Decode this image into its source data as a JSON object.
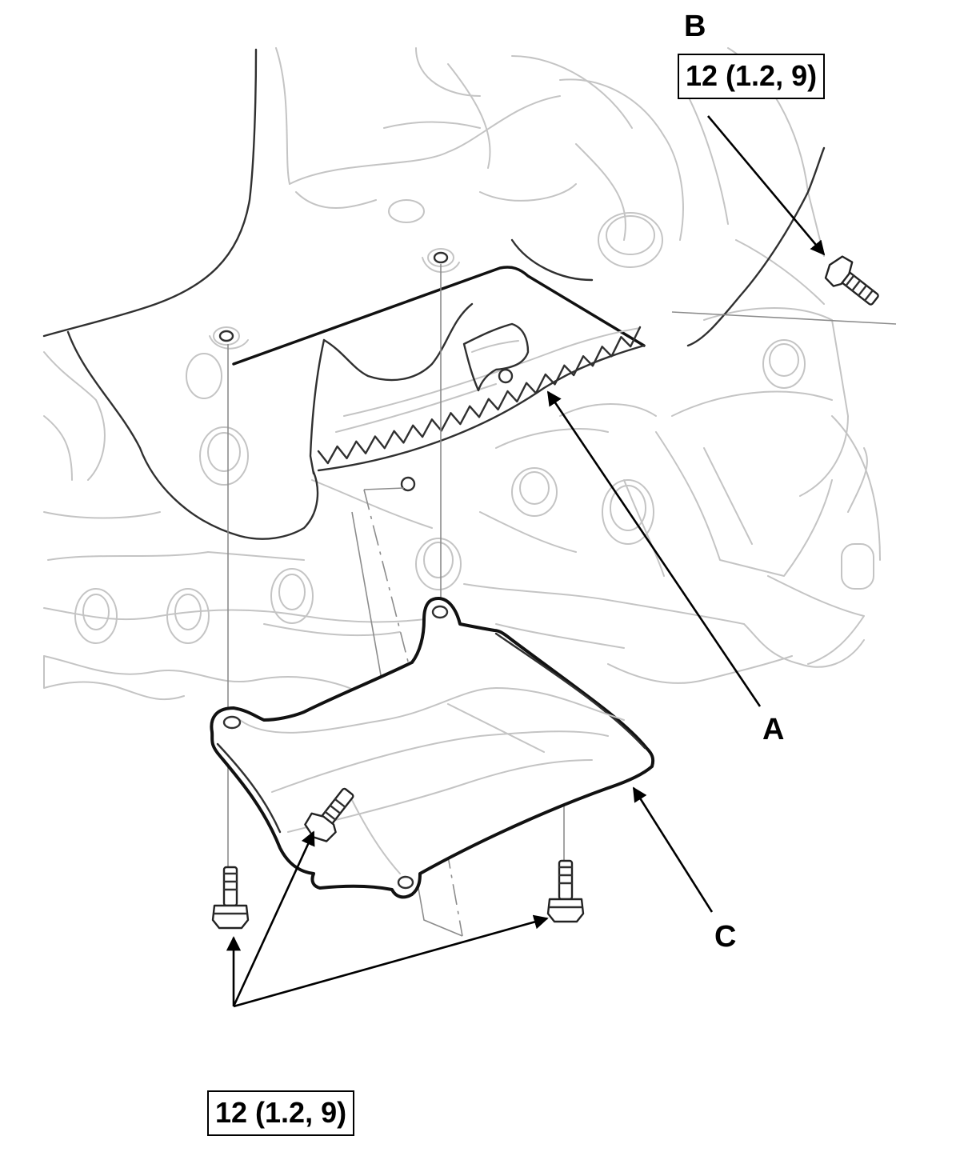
{
  "callouts": {
    "a": "A",
    "b": "B",
    "c": "C"
  },
  "torque_specs": {
    "bolt_b": "12 (1.2, 9)",
    "bolts_lower": "12 (1.2, 9)"
  }
}
